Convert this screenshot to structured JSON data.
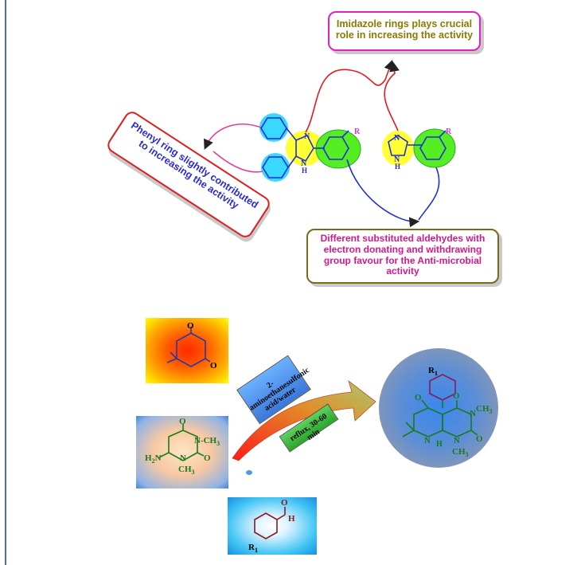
{
  "callouts": {
    "imidazole": [
      "Imidazole rings plays crucial",
      "role in increasing the activity"
    ],
    "phenyl": [
      "Phenyl ring slightly contributed",
      "to increasing the activity"
    ],
    "aldehyde": [
      "Different substituted aldehydes with",
      "electron donating and withdrawing",
      "group favour for the Anti-microbial",
      "activity"
    ]
  },
  "structure_labels": {
    "n": "N",
    "nh": "NH",
    "h": "H",
    "r": "R"
  },
  "reaction": {
    "catalyst": [
      "2-aminoethanesulfonic",
      "acid/water"
    ],
    "conditions": "reflux, 30-60 min",
    "dione_o": "O",
    "uracil_o": "O",
    "uracil_nch3": "N-CH",
    "uracil_sub3": "3",
    "uracil_h2n": "H",
    "uracil_h2n_sub": "2",
    "uracil_h2n_n": "N",
    "uracil_n": "N",
    "uracil_ch3": "CH",
    "benz_o": "O",
    "benz_h": "H",
    "benz_r1": "R",
    "benz_r1_sub": "1",
    "prod_r1": "R",
    "prod_r1_sub": "1",
    "prod_o": "O",
    "prod_n": "N",
    "prod_ch3": "CH",
    "prod_h": "H"
  },
  "colors": {
    "structure_lines": "#1f2fd6",
    "imidazole_highlight": "#ffff33",
    "phenyl_highlight": "#39d8ff",
    "aryl_highlight": "#55ee22",
    "product_lines": "#1a7a1a",
    "reactant_lines": "#243aa8"
  }
}
